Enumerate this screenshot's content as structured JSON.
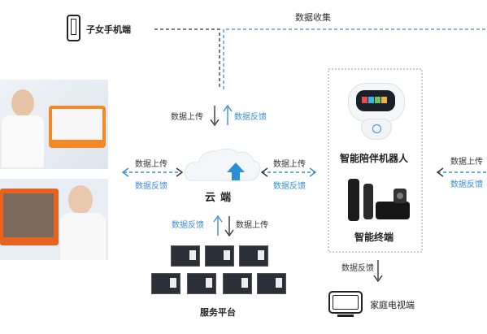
{
  "labels": {
    "phone": "子女手机端",
    "data_collection": "数据收集",
    "cloud": "云端",
    "robot": "智能陪伴机器人",
    "terminal": "智能终端",
    "service_platform": "服务平台",
    "family_tv": "家庭电视端",
    "upload_top": "数据上传",
    "feedback_top": "数据反馈",
    "upload_left": "数据上传",
    "feedback_left": "数据反馈",
    "upload_right": "数据上传",
    "feedback_right": "数据反馈",
    "feedback_bottom": "数据反馈",
    "upload_bottom": "数据上传",
    "upload_far_right": "数据上传",
    "feedback_far_right": "数据反馈",
    "feedback_tv": "数据反馈"
  },
  "colors": {
    "accent_blue": "#3a8fd0",
    "dark": "#333333",
    "dashed_box": "#999999"
  },
  "icons": {
    "phone": "smartphone-icon",
    "tv": "tv-icon",
    "cloud": "cloud-icon"
  }
}
